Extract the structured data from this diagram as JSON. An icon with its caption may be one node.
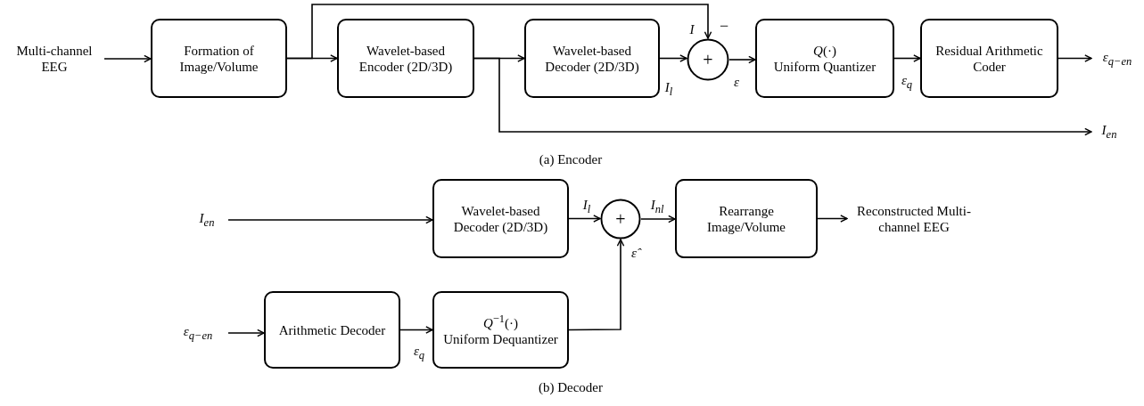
{
  "diagram": {
    "nodes": [
      {
        "text": [
          "Multi-channel EEG"
        ]
      },
      {
        "text": [
          "Formation of Image/Volume"
        ]
      },
      {
        "text": [
          "Wavelet-based Encoder (2D/3D)"
        ]
      },
      {
        "text": [
          "Wavelet-based Decoder (2D/3D)"
        ]
      },
      {
        "text": [
          "+"
        ],
        "beside": [
          "−"
        ]
      },
      {
        "text": [
          "*Q*(·)",
          "Uniform Quantizer"
        ]
      },
      {
        "text": [
          "Residual Arithmetic Coder"
        ]
      },
      {
        "text": [
          "ε$_{q−en}$"
        ]
      },
      {
        "text": [
          "I$_{en}$"
        ]
      },
      {
        "text": [
          "I$_{en}$"
        ]
      },
      {
        "text": [
          "Wavelet-based Decoder (2D/3D)"
        ]
      },
      {
        "text": [
          "+"
        ]
      },
      {
        "text": [
          "Rearrange Image/Volume"
        ]
      },
      {
        "text": [
          "Reconstructed Multi-channel EEG"
        ]
      },
      {
        "text": [
          "ε$_{q−en}$"
        ]
      },
      {
        "text": [
          "Arithmetic Decoder"
        ]
      },
      {
        "text": [
          "*Q*$^{−1}$(·)",
          "Uniform Dequantizer"
        ]
      }
    ],
    "edges": [
      {
        "from": 0,
        "to": 1,
        "arrow": "to"
      },
      {
        "from": 1,
        "to": 2,
        "arrow": "to"
      },
      {
        "from": 2,
        "to": 3,
        "arrow": "to"
      },
      {
        "from": 3,
        "to": 4,
        "arrow": "to",
        "label": "I$_{l}$"
      },
      {
        "from": 1,
        "to": 4,
        "arrow": "to",
        "label": "I"
      },
      {
        "from": 4,
        "to": 5,
        "arrow": "to",
        "label": "ε"
      },
      {
        "from": 5,
        "to": 6,
        "arrow": "to",
        "label": "ε$_{q}$"
      },
      {
        "from": 6,
        "to": 7,
        "arrow": "to"
      },
      {
        "from": 2,
        "to": 8,
        "arrow": "to"
      },
      {
        "from": 9,
        "to": 10,
        "arrow": "to"
      },
      {
        "from": 10,
        "to": 11,
        "arrow": "to",
        "label": "I$_{l}$"
      },
      {
        "from": 11,
        "to": 12,
        "arrow": "to",
        "label": "I$_{nl}$"
      },
      {
        "from": 12,
        "to": 13,
        "arrow": "to"
      },
      {
        "from": 14,
        "to": 15,
        "arrow": "to"
      },
      {
        "from": 15,
        "to": 16,
        "arrow": "to",
        "label": "ε$_{q}$"
      },
      {
        "from": 16,
        "to": 11,
        "arrow": "to",
        "label": "ε̂"
      }
    ],
    "labels": [
      "(a) Encoder",
      "(b) Decoder"
    ]
  }
}
